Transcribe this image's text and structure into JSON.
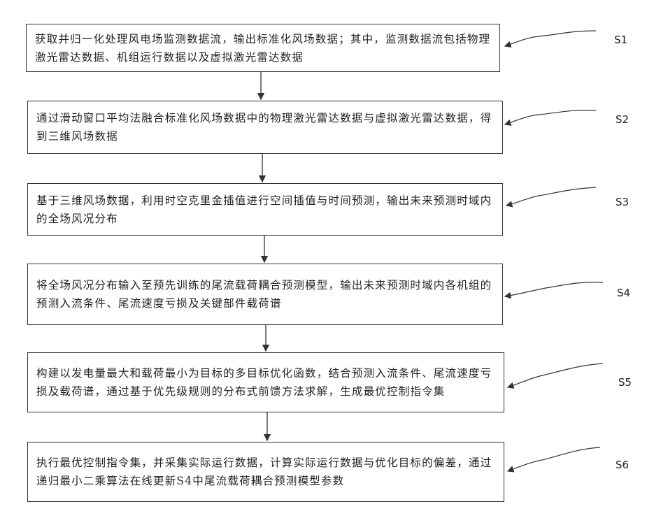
{
  "flowchart": {
    "steps": [
      {
        "label": "S1",
        "text": "获取并归一化处理风电场监测数据流，输出标准化风场数据；其中，监测数据流包括物理激光雷达数据、机组运行数据以及虚拟激光雷达数据"
      },
      {
        "label": "S2",
        "text": "通过滑动窗口平均法融合标准化风场数据中的物理激光雷达数据与虚拟激光雷达数据，得到三维风场数据"
      },
      {
        "label": "S3",
        "text": "基于三维风场数据，利用时空克里金插值进行空间插值与时间预测，输出未来预测时域内的全场风况分布"
      },
      {
        "label": "S4",
        "text": "将全场风况分布输入至预先训练的尾流载荷耦合预测模型，输出未来预测时域内各机组的预测入流条件、尾流速度亏损及关键部件载荷谱"
      },
      {
        "label": "S5",
        "text": "构建以发电量最大和载荷最小为目标的多目标优化函数，结合预测入流条件、尾流速度亏损及载荷谱，通过基于优先级规则的分布式前馈方法求解，生成最优控制指令集"
      },
      {
        "label": "S6",
        "text": "执行最优控制指令集，并采集实际运行数据，计算实际运行数据与优化目标的偏差，通过递归最小二乘算法在线更新S4中尾流载荷耦合预测模型参数"
      }
    ]
  }
}
